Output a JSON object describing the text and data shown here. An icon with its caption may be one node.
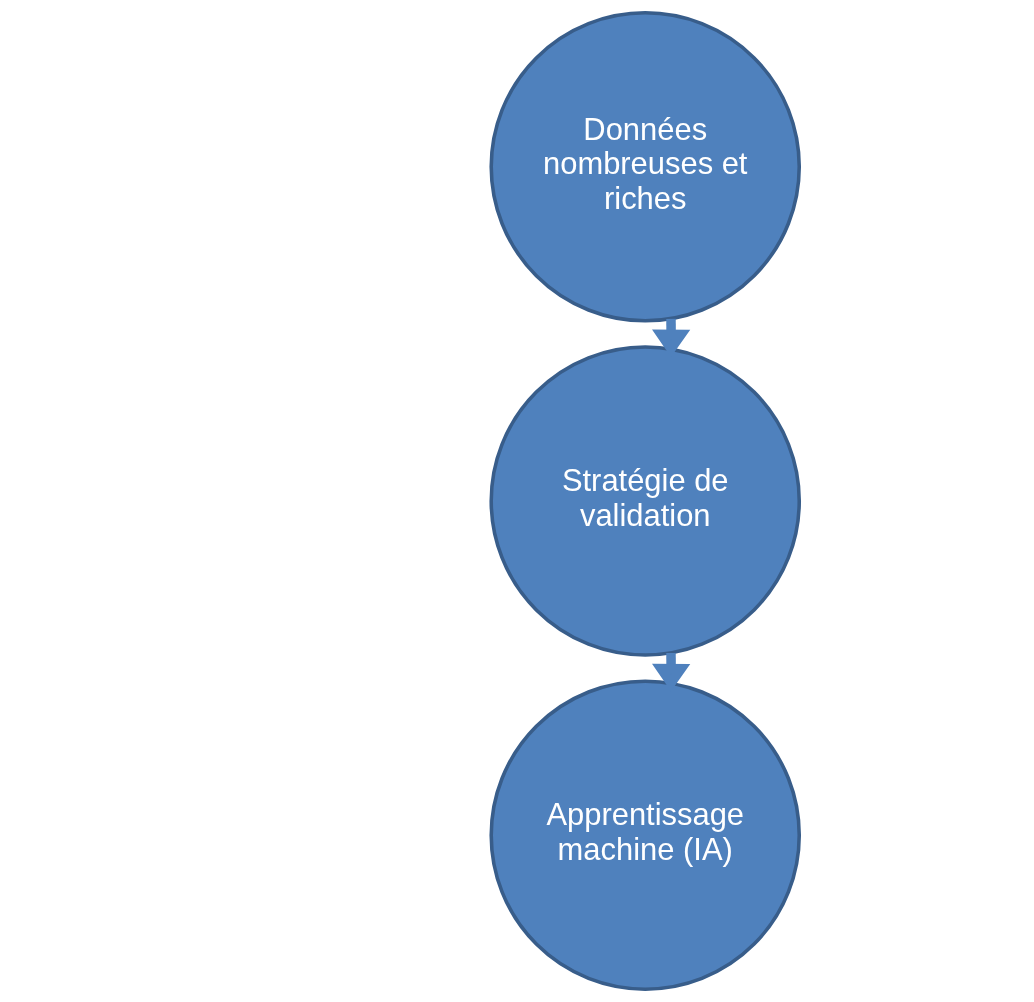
{
  "diagram": {
    "nodes": [
      {
        "text": [
          "Données nombreuses et riches"
        ]
      },
      {
        "text": [
          "Stratégie de validation"
        ]
      },
      {
        "text": [
          "Apprentissage machine (IA)"
        ]
      }
    ],
    "edges": [
      {
        "from": 0,
        "to": 1,
        "arrow": "to"
      },
      {
        "from": 1,
        "to": 2,
        "arrow": "to"
      }
    ]
  }
}
